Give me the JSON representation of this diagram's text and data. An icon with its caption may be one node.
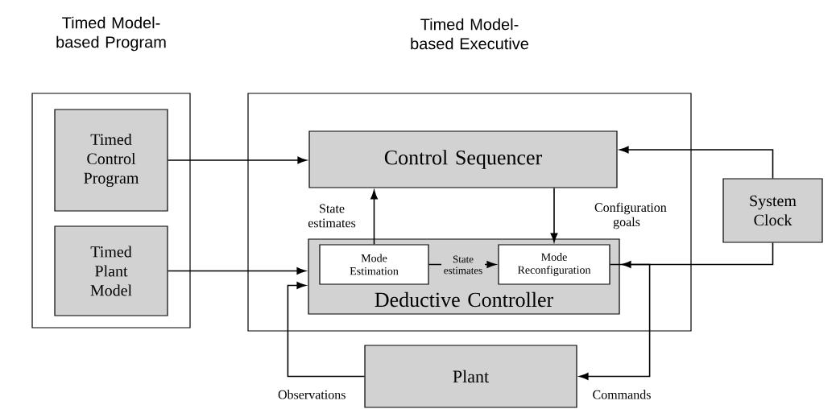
{
  "diagram": {
    "nodes": [
      {
        "text": [
          "Timed Model-based Program"
        ]
      },
      {
        "text": [
          "Timed Control Program"
        ],
        "in": 0
      },
      {
        "text": [
          "Timed Plant Model"
        ],
        "in": 0
      },
      {
        "text": [
          "Timed Model-based Executive"
        ]
      },
      {
        "text": [
          "Control Sequencer"
        ],
        "in": 3
      },
      {
        "text": [
          "Deductive Controller"
        ],
        "in": 3
      },
      {
        "text": [
          "Mode Estimation"
        ],
        "in": 5
      },
      {
        "text": [
          "Mode Reconfiguration"
        ],
        "in": 5
      },
      {
        "text": [
          "System Clock"
        ]
      },
      {
        "text": [
          "Plant"
        ]
      }
    ],
    "edges": [
      {
        "from": 1,
        "to": 4,
        "arrow": "to"
      },
      {
        "from": 2,
        "to": 5,
        "arrow": "to"
      },
      {
        "from": 8,
        "to": 4,
        "arrow": "to"
      },
      {
        "from": 8,
        "to": 5,
        "arrow": "to"
      },
      {
        "from": 6,
        "to": 4,
        "arrow": "to",
        "label": "State estimates"
      },
      {
        "from": 4,
        "to": 7,
        "arrow": "to",
        "label": "Configuration goals"
      },
      {
        "from": 6,
        "to": 7,
        "arrow": "to",
        "label": "State estimates"
      },
      {
        "from": 9,
        "to": 5,
        "arrow": "to",
        "label": "Observations"
      },
      {
        "from": 7,
        "to": 9,
        "arrow": "to",
        "label": "Commands"
      }
    ]
  }
}
